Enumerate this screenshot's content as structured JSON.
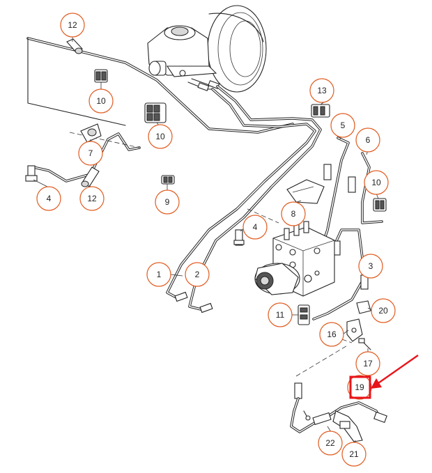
{
  "callouts": [
    {
      "id": "c-12a",
      "label": "12"
    },
    {
      "id": "c-10a",
      "label": "10"
    },
    {
      "id": "c-10b",
      "label": "10"
    },
    {
      "id": "c-7",
      "label": "7"
    },
    {
      "id": "c-4a",
      "label": "4"
    },
    {
      "id": "c-12b",
      "label": "12"
    },
    {
      "id": "c-9",
      "label": "9"
    },
    {
      "id": "c-13",
      "label": "13"
    },
    {
      "id": "c-5",
      "label": "5"
    },
    {
      "id": "c-6",
      "label": "6"
    },
    {
      "id": "c-10c",
      "label": "10"
    },
    {
      "id": "c-8",
      "label": "8"
    },
    {
      "id": "c-4b",
      "label": "4"
    },
    {
      "id": "c-1",
      "label": "1"
    },
    {
      "id": "c-2",
      "label": "2"
    },
    {
      "id": "c-3",
      "label": "3"
    },
    {
      "id": "c-20",
      "label": "20"
    },
    {
      "id": "c-11",
      "label": "11"
    },
    {
      "id": "c-16",
      "label": "16"
    },
    {
      "id": "c-17",
      "label": "17"
    },
    {
      "id": "c-19",
      "label": "19"
    },
    {
      "id": "c-22",
      "label": "22"
    },
    {
      "id": "c-21",
      "label": "21"
    }
  ],
  "highlight": {
    "target": "19",
    "box_color": "#e8141b",
    "arrow_color": "#e8141b"
  },
  "colors": {
    "callout_ring": "#e05a1e",
    "line": "#222222"
  }
}
